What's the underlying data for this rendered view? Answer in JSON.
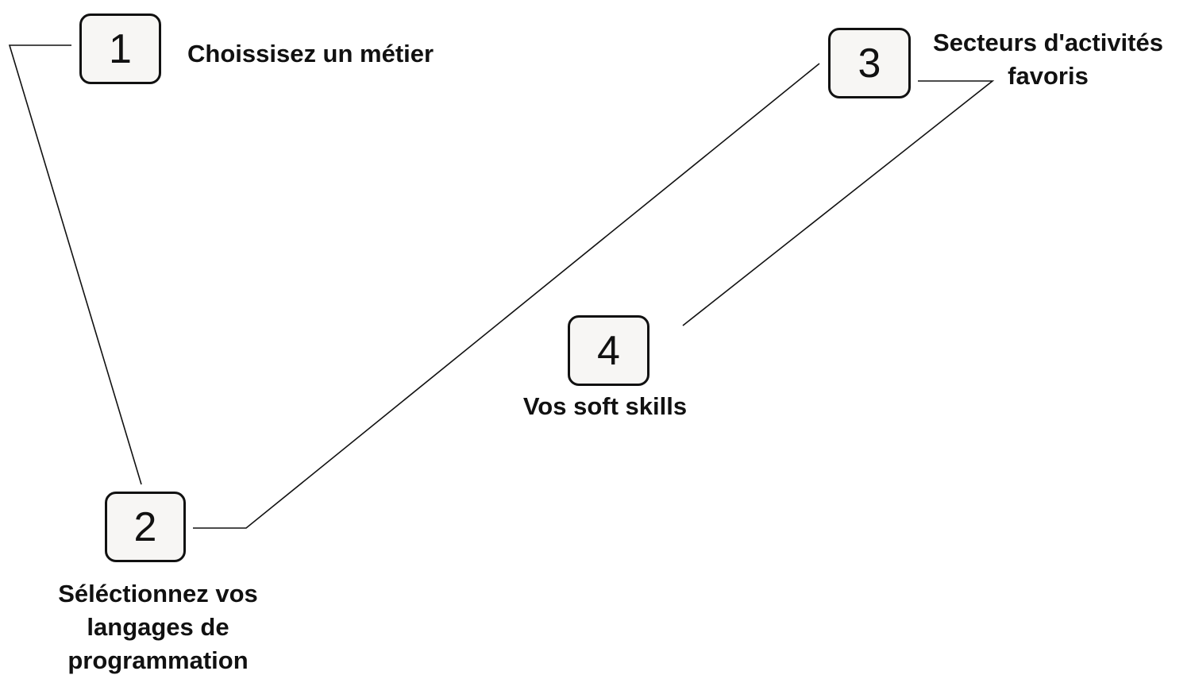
{
  "colors": {
    "line": "#111111",
    "box_fill": "#f7f6f4",
    "box_border": "#111111",
    "text": "#111111"
  },
  "steps": [
    {
      "number": "1",
      "label": "Choissisez un métier"
    },
    {
      "number": "2",
      "label_lines": [
        "Séléctionnez vos",
        "langages de",
        "programmation"
      ]
    },
    {
      "number": "3",
      "label_lines": [
        "Secteurs d'activités",
        "favoris"
      ]
    },
    {
      "number": "4",
      "label": "Vos soft skills"
    }
  ]
}
